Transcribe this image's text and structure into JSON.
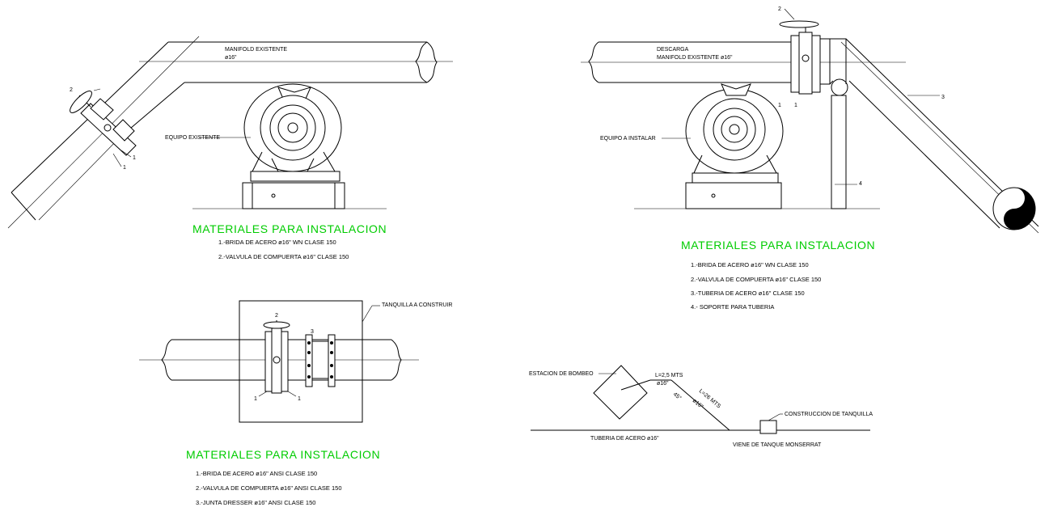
{
  "drawing": {
    "top_left": {
      "pipe_label_1": "MANIFOLD EXISTENTE",
      "pipe_label_2": "ø16\"",
      "equipment_label": "EQUIPO EXISTENTE",
      "callout_1": "1",
      "callout_2": "2",
      "heading": "MATERIALES PARA INSTALACION",
      "items": [
        "1.-BRIDA DE ACERO ø16\" WN CLASE 150",
        "2.-VALVULA DE COMPUERTA ø16\" CLASE 150"
      ]
    },
    "top_right": {
      "pipe_label_1": "DESCARGA",
      "pipe_label_2": "MANIFOLD EXISTENTE ø16\"",
      "equipment_label": "EQUIPO A INSTALAR",
      "callout_1": "1",
      "callout_2": "2",
      "callout_3": "3",
      "callout_4": "4",
      "heading": "MATERIALES PARA INSTALACION",
      "items": [
        "1.-BRIDA DE ACERO ø16\" WN CLASE 150",
        "2.-VALVULA DE COMPUERTA ø16\" CLASE 150",
        "3.-TUBERIA DE ACERO ø16\" CLASE 150",
        "4.- SOPORTE PARA TUBERIA"
      ]
    },
    "bottom_left": {
      "box_label": "TANQUILLA A CONSTRUIR",
      "callout_1": "1",
      "callout_2": "2",
      "callout_3": "3",
      "heading": "MATERIALES PARA INSTALACION",
      "items": [
        "1.-BRIDA DE ACERO ø16\" ANSI CLASE 150",
        "2.-VALVULA DE COMPUERTA ø16\" ANSI CLASE 150",
        "3.-JUNTA DRESSER ø16\" ANSI CLASE 150"
      ]
    },
    "bottom_right": {
      "station_label": "ESTACION DE BOMBEO",
      "seg1_len": "L=2,5 MTS",
      "seg1_dia": "ø16\"",
      "angle": "45°",
      "seg2_dia": "ø16\"",
      "seg2_len": "L=26 MTS",
      "tank_label": "CONSTRUCCION DE TANQUILLA",
      "main_pipe_label": "TUBERIA DE ACERO ø16\"",
      "source_label": "VIENE DE TANQUE MONSERRAT"
    }
  }
}
